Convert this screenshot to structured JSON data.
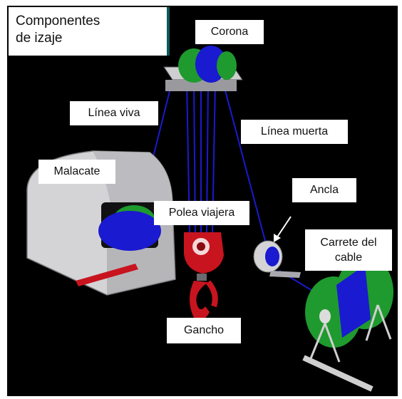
{
  "title": {
    "line1": "Componentes",
    "line2": "de izaje"
  },
  "labels": {
    "corona": "Corona",
    "linea_viva": "Línea viva",
    "linea_muerta": "Línea muerta",
    "malacate": "Malacate",
    "ancla": "Ancla",
    "polea_viajera": "Polea viajera",
    "carrete_line1": "Carrete del",
    "carrete_line2": "cable",
    "gancho": "Gancho"
  },
  "colors": {
    "background": "#000000",
    "drum_green": "#1f9a2e",
    "cable_blue": "#1a1ad0",
    "block_red": "#c8141e",
    "housing_gray": "#d4d4d6"
  }
}
